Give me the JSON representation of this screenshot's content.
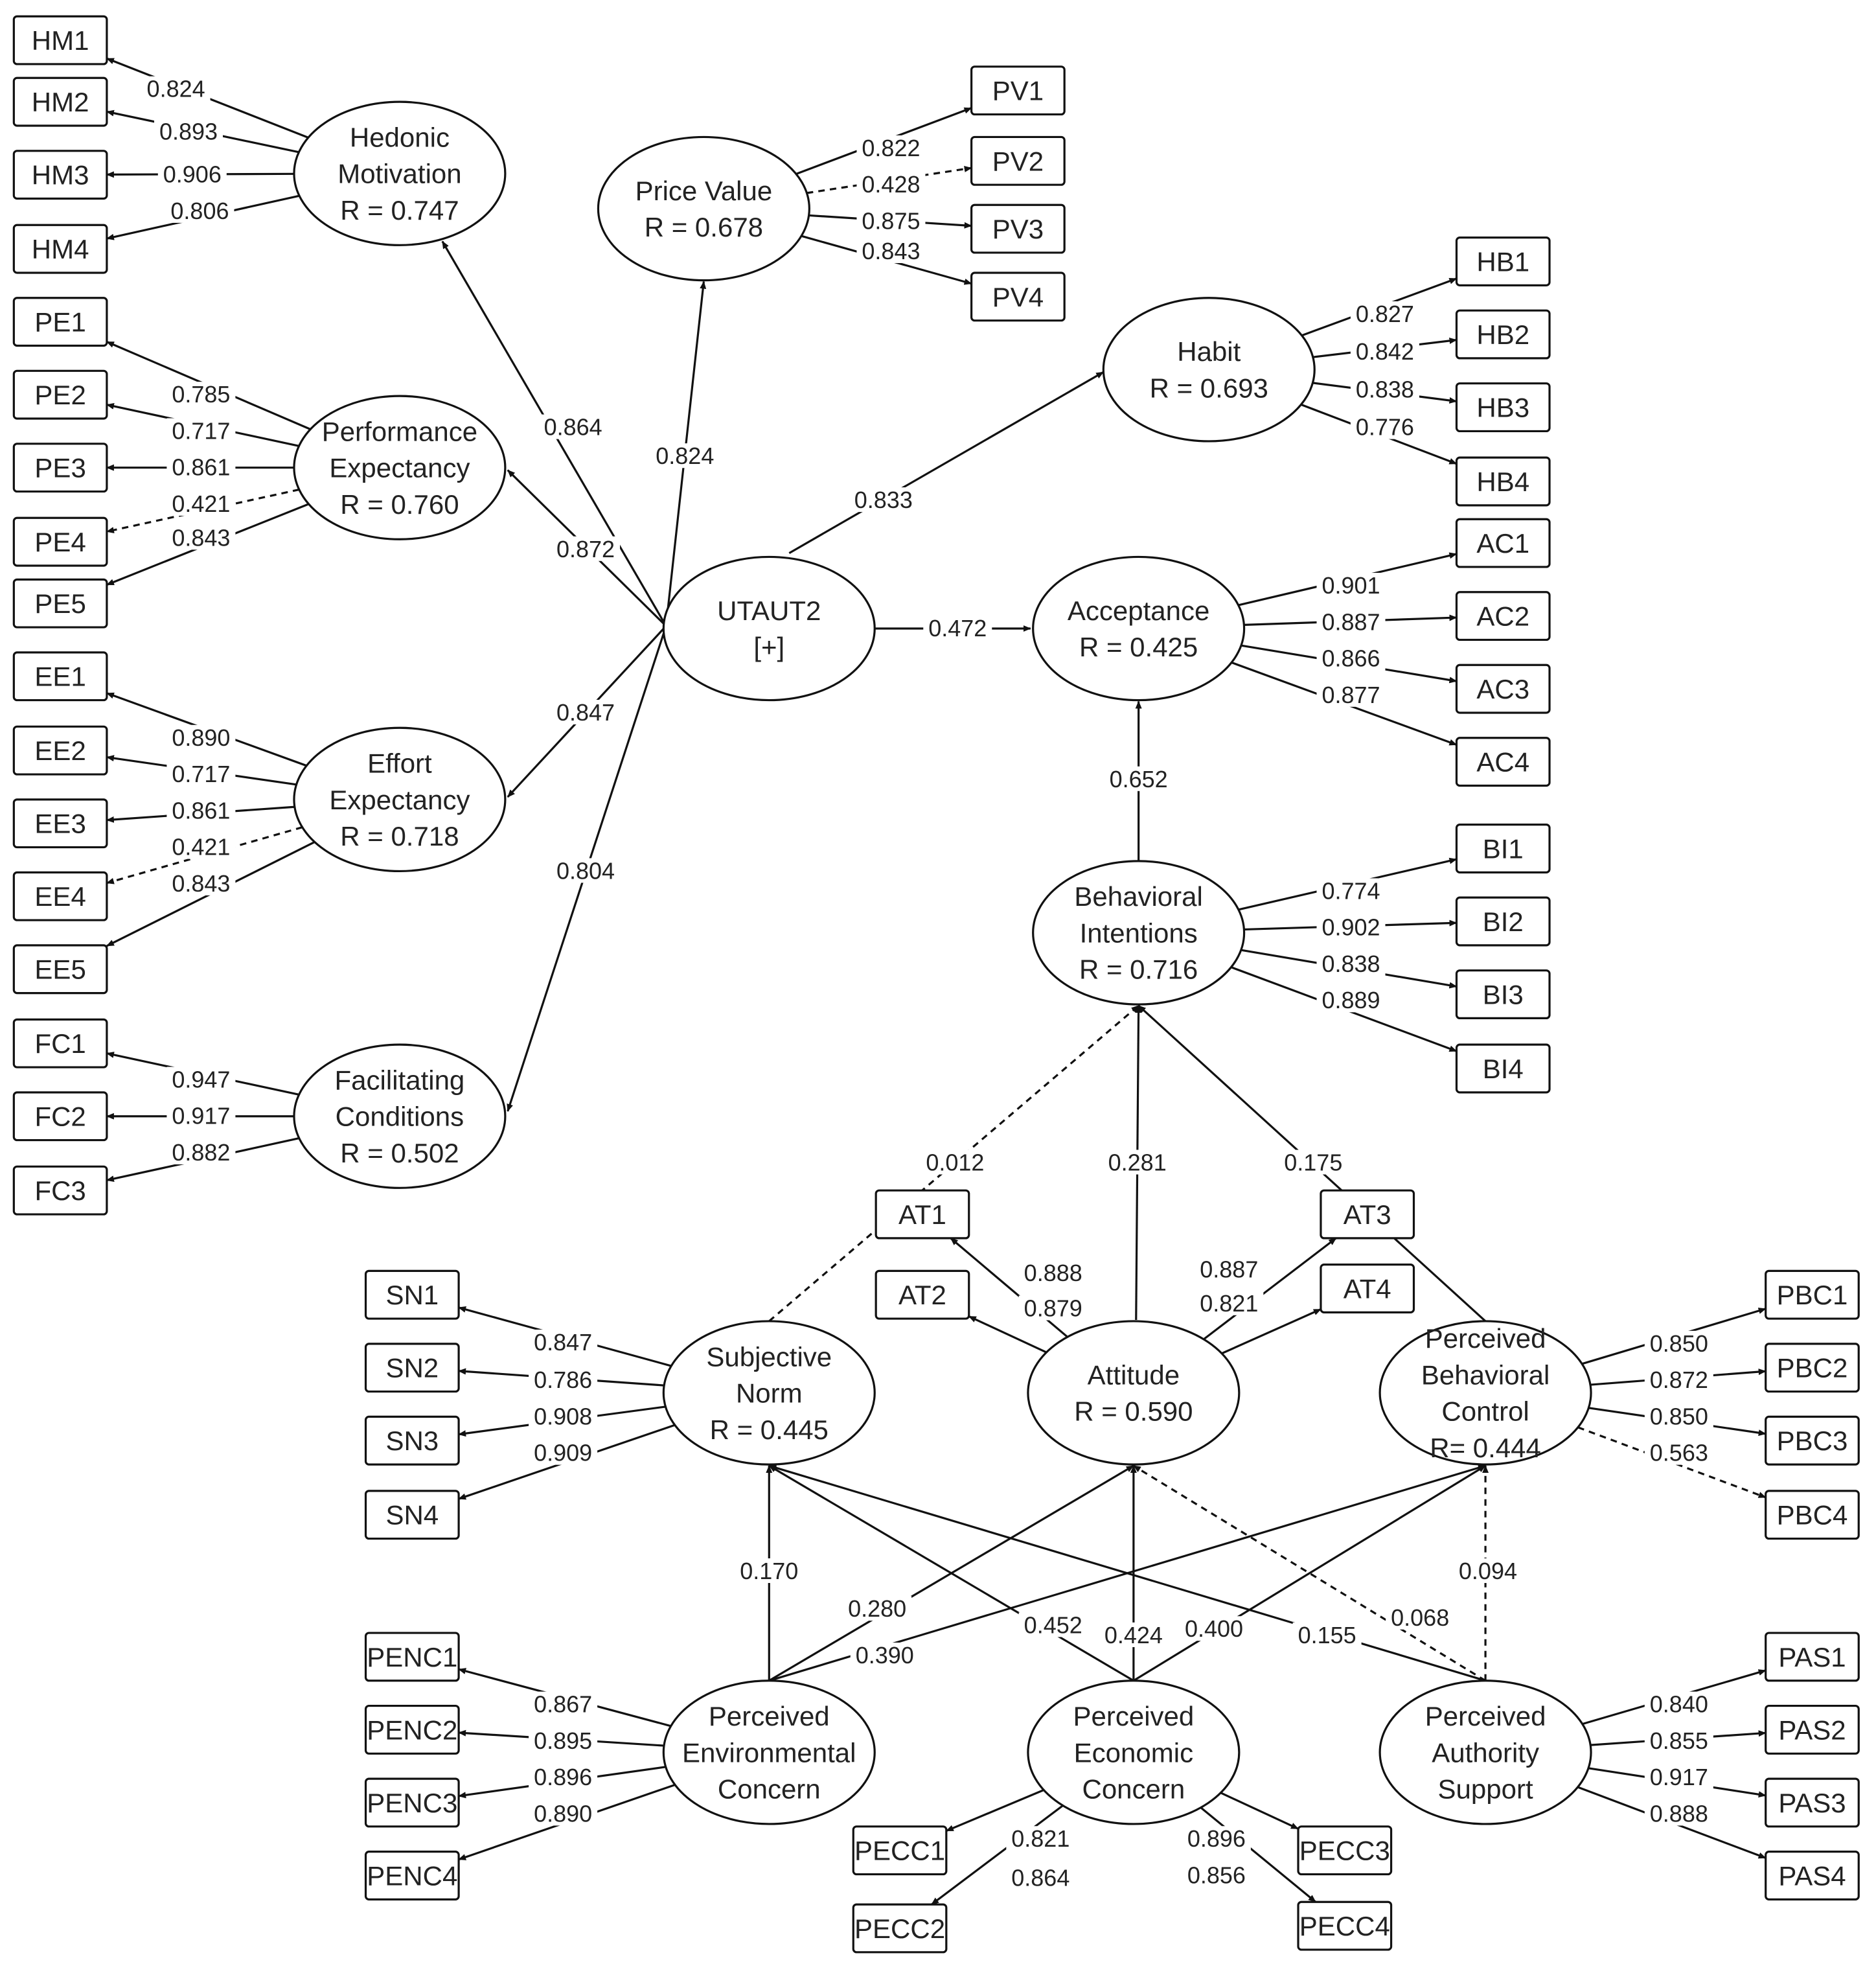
{
  "latent": [
    {
      "id": "HM",
      "lines": [
        "Hedonic",
        "Motivation",
        "R = 0.747"
      ]
    },
    {
      "id": "PV",
      "lines": [
        "Price Value",
        "R = 0.678"
      ]
    },
    {
      "id": "HB",
      "lines": [
        "Habit",
        "R = 0.693"
      ]
    },
    {
      "id": "PE",
      "lines": [
        "Performance",
        "Expectancy",
        "R = 0.760"
      ]
    },
    {
      "id": "UT",
      "lines": [
        "UTAUT2",
        "[+]"
      ]
    },
    {
      "id": "AC",
      "lines": [
        "Acceptance",
        "R = 0.425"
      ]
    },
    {
      "id": "EE",
      "lines": [
        "Effort",
        "Expectancy",
        "R = 0.718"
      ]
    },
    {
      "id": "BI",
      "lines": [
        "Behavioral",
        "Intentions",
        "R = 0.716"
      ]
    },
    {
      "id": "FC",
      "lines": [
        "Facilitating",
        "Conditions",
        "R = 0.502"
      ]
    },
    {
      "id": "SN",
      "lines": [
        "Subjective",
        "Norm",
        "R = 0.445"
      ]
    },
    {
      "id": "ATT",
      "lines": [
        "Attitude",
        "R = 0.590"
      ]
    },
    {
      "id": "PBC",
      "lines": [
        "Perceived",
        "Behavioral",
        "Control",
        "R= 0.444"
      ]
    },
    {
      "id": "PENC",
      "lines": [
        "Perceived",
        "Environmental",
        "Concern"
      ]
    },
    {
      "id": "PECC",
      "lines": [
        "Perceived",
        "Economic",
        "Concern"
      ]
    },
    {
      "id": "PAS",
      "lines": [
        "Perceived",
        "Authority",
        "Support"
      ]
    }
  ],
  "indicators": [
    {
      "id": "HM1",
      "text": "HM1"
    },
    {
      "id": "HM2",
      "text": "HM2"
    },
    {
      "id": "HM3",
      "text": "HM3"
    },
    {
      "id": "HM4",
      "text": "HM4"
    },
    {
      "id": "PE1",
      "text": "PE1"
    },
    {
      "id": "PE2",
      "text": "PE2"
    },
    {
      "id": "PE3",
      "text": "PE3"
    },
    {
      "id": "PE4",
      "text": "PE4"
    },
    {
      "id": "PE5",
      "text": "PE5"
    },
    {
      "id": "EE1",
      "text": "EE1"
    },
    {
      "id": "EE2",
      "text": "EE2"
    },
    {
      "id": "EE3",
      "text": "EE3"
    },
    {
      "id": "EE4",
      "text": "EE4"
    },
    {
      "id": "EE5",
      "text": "EE5"
    },
    {
      "id": "FC1",
      "text": "FC1"
    },
    {
      "id": "FC2",
      "text": "FC2"
    },
    {
      "id": "FC3",
      "text": "FC3"
    },
    {
      "id": "PV1",
      "text": "PV1"
    },
    {
      "id": "PV2",
      "text": "PV2"
    },
    {
      "id": "PV3",
      "text": "PV3"
    },
    {
      "id": "PV4",
      "text": "PV4"
    },
    {
      "id": "HB1",
      "text": "HB1"
    },
    {
      "id": "HB2",
      "text": "HB2"
    },
    {
      "id": "HB3",
      "text": "HB3"
    },
    {
      "id": "HB4",
      "text": "HB4"
    },
    {
      "id": "AC1",
      "text": "AC1"
    },
    {
      "id": "AC2",
      "text": "AC2"
    },
    {
      "id": "AC3",
      "text": "AC3"
    },
    {
      "id": "AC4",
      "text": "AC4"
    },
    {
      "id": "BI1",
      "text": "BI1"
    },
    {
      "id": "BI2",
      "text": "BI2"
    },
    {
      "id": "BI3",
      "text": "BI3"
    },
    {
      "id": "BI4",
      "text": "BI4"
    },
    {
      "id": "AT1",
      "text": "AT1"
    },
    {
      "id": "AT2",
      "text": "AT2"
    },
    {
      "id": "AT3",
      "text": "AT3"
    },
    {
      "id": "AT4",
      "text": "AT4"
    },
    {
      "id": "SN1",
      "text": "SN1"
    },
    {
      "id": "SN2",
      "text": "SN2"
    },
    {
      "id": "SN3",
      "text": "SN3"
    },
    {
      "id": "SN4",
      "text": "SN4"
    },
    {
      "id": "PBC1",
      "text": "PBC1"
    },
    {
      "id": "PBC2",
      "text": "PBC2"
    },
    {
      "id": "PBC3",
      "text": "PBC3"
    },
    {
      "id": "PBC4",
      "text": "PBC4"
    },
    {
      "id": "PENC1",
      "text": "PENC1"
    },
    {
      "id": "PENC2",
      "text": "PENC2"
    },
    {
      "id": "PENC3",
      "text": "PENC3"
    },
    {
      "id": "PENC4",
      "text": "PENC4"
    },
    {
      "id": "PAS1",
      "text": "PAS1"
    },
    {
      "id": "PAS2",
      "text": "PAS2"
    },
    {
      "id": "PAS3",
      "text": "PAS3"
    },
    {
      "id": "PAS4",
      "text": "PAS4"
    },
    {
      "id": "PECC1",
      "text": "PECC1"
    },
    {
      "id": "PECC2",
      "text": "PECC2"
    },
    {
      "id": "PECC3",
      "text": "PECC3"
    },
    {
      "id": "PECC4",
      "text": "PECC4"
    }
  ],
  "loadings": [
    {
      "from": "HM",
      "to": "HM1",
      "label": "0.824",
      "dashed": false
    },
    {
      "from": "HM",
      "to": "HM2",
      "label": "0.893",
      "dashed": false
    },
    {
      "from": "HM",
      "to": "HM3",
      "label": "0.906",
      "dashed": false
    },
    {
      "from": "HM",
      "to": "HM4",
      "label": "0.806",
      "dashed": false
    },
    {
      "from": "PE",
      "to": "PE1",
      "label": "0.785",
      "dashed": false
    },
    {
      "from": "PE",
      "to": "PE2",
      "label": "0.717",
      "dashed": false
    },
    {
      "from": "PE",
      "to": "PE3",
      "label": "0.861",
      "dashed": false
    },
    {
      "from": "PE",
      "to": "PE4",
      "label": "0.421",
      "dashed": true
    },
    {
      "from": "PE",
      "to": "PE5",
      "label": "0.843",
      "dashed": false
    },
    {
      "from": "EE",
      "to": "EE1",
      "label": "0.890",
      "dashed": false
    },
    {
      "from": "EE",
      "to": "EE2",
      "label": "0.717",
      "dashed": false
    },
    {
      "from": "EE",
      "to": "EE3",
      "label": "0.861",
      "dashed": false
    },
    {
      "from": "EE",
      "to": "EE4",
      "label": "0.421",
      "dashed": true
    },
    {
      "from": "EE",
      "to": "EE5",
      "label": "0.843",
      "dashed": false
    },
    {
      "from": "FC",
      "to": "FC1",
      "label": "0.947",
      "dashed": false
    },
    {
      "from": "FC",
      "to": "FC2",
      "label": "0.917",
      "dashed": false
    },
    {
      "from": "FC",
      "to": "FC3",
      "label": "0.882",
      "dashed": false
    },
    {
      "from": "PV",
      "to": "PV1",
      "label": "0.822",
      "dashed": false
    },
    {
      "from": "PV",
      "to": "PV2",
      "label": "0.428",
      "dashed": true
    },
    {
      "from": "PV",
      "to": "PV3",
      "label": "0.875",
      "dashed": false
    },
    {
      "from": "PV",
      "to": "PV4",
      "label": "0.843",
      "dashed": false
    },
    {
      "from": "HB",
      "to": "HB1",
      "label": "0.827",
      "dashed": false
    },
    {
      "from": "HB",
      "to": "HB2",
      "label": "0.842",
      "dashed": false
    },
    {
      "from": "HB",
      "to": "HB3",
      "label": "0.838",
      "dashed": false
    },
    {
      "from": "HB",
      "to": "HB4",
      "label": "0.776",
      "dashed": false
    },
    {
      "from": "AC",
      "to": "AC1",
      "label": "0.901",
      "dashed": false
    },
    {
      "from": "AC",
      "to": "AC2",
      "label": "0.887",
      "dashed": false
    },
    {
      "from": "AC",
      "to": "AC3",
      "label": "0.866",
      "dashed": false
    },
    {
      "from": "AC",
      "to": "AC4",
      "label": "0.877",
      "dashed": false
    },
    {
      "from": "BI",
      "to": "BI1",
      "label": "0.774",
      "dashed": false
    },
    {
      "from": "BI",
      "to": "BI2",
      "label": "0.902",
      "dashed": false
    },
    {
      "from": "BI",
      "to": "BI3",
      "label": "0.838",
      "dashed": false
    },
    {
      "from": "BI",
      "to": "BI4",
      "label": "0.889",
      "dashed": false
    },
    {
      "from": "ATT",
      "to": "AT1",
      "label": "0.888",
      "dashed": false
    },
    {
      "from": "ATT",
      "to": "AT2",
      "label": "0.879",
      "dashed": false
    },
    {
      "from": "ATT",
      "to": "AT3",
      "label": "0.887",
      "dashed": false
    },
    {
      "from": "ATT",
      "to": "AT4",
      "label": "0.821",
      "dashed": false
    },
    {
      "from": "SN",
      "to": "SN1",
      "label": "0.847",
      "dashed": false
    },
    {
      "from": "SN",
      "to": "SN2",
      "label": "0.786",
      "dashed": false
    },
    {
      "from": "SN",
      "to": "SN3",
      "label": "0.908",
      "dashed": false
    },
    {
      "from": "SN",
      "to": "SN4",
      "label": "0.909",
      "dashed": false
    },
    {
      "from": "PBC",
      "to": "PBC1",
      "label": "0.850",
      "dashed": false
    },
    {
      "from": "PBC",
      "to": "PBC2",
      "label": "0.872",
      "dashed": false
    },
    {
      "from": "PBC",
      "to": "PBC3",
      "label": "0.850",
      "dashed": false
    },
    {
      "from": "PBC",
      "to": "PBC4",
      "label": "0.563",
      "dashed": true
    },
    {
      "from": "PENC",
      "to": "PENC1",
      "label": "0.867",
      "dashed": false
    },
    {
      "from": "PENC",
      "to": "PENC2",
      "label": "0.895",
      "dashed": false
    },
    {
      "from": "PENC",
      "to": "PENC3",
      "label": "0.896",
      "dashed": false
    },
    {
      "from": "PENC",
      "to": "PENC4",
      "label": "0.890",
      "dashed": false
    },
    {
      "from": "PAS",
      "to": "PAS1",
      "label": "0.840",
      "dashed": false
    },
    {
      "from": "PAS",
      "to": "PAS2",
      "label": "0.855",
      "dashed": false
    },
    {
      "from": "PAS",
      "to": "PAS3",
      "label": "0.917",
      "dashed": false
    },
    {
      "from": "PAS",
      "to": "PAS4",
      "label": "0.888",
      "dashed": false
    },
    {
      "from": "PECC",
      "to": "PECC1",
      "label": "0.821",
      "dashed": false
    },
    {
      "from": "PECC",
      "to": "PECC2",
      "label": "0.864",
      "dashed": false
    },
    {
      "from": "PECC",
      "to": "PECC3",
      "label": "0.896",
      "dashed": false
    },
    {
      "from": "PECC",
      "to": "PECC4",
      "label": "0.856",
      "dashed": false
    }
  ],
  "paths": [
    {
      "from": "UT",
      "to": "HM",
      "label": "0.864",
      "dashed": false
    },
    {
      "from": "UT",
      "to": "PV",
      "label": "0.824",
      "dashed": false
    },
    {
      "from": "UT",
      "to": "HB",
      "label": "0.833",
      "dashed": false
    },
    {
      "from": "UT",
      "to": "PE",
      "label": "0.872",
      "dashed": false
    },
    {
      "from": "UT",
      "to": "AC",
      "label": "0.472",
      "dashed": false
    },
    {
      "from": "UT",
      "to": "EE",
      "label": "0.847",
      "dashed": false
    },
    {
      "from": "UT",
      "to": "FC",
      "label": "0.804",
      "dashed": false
    },
    {
      "from": "BI",
      "to": "AC",
      "label": "0.652",
      "dashed": false
    },
    {
      "from": "SN",
      "to": "BI",
      "label": "0.012",
      "dashed": true
    },
    {
      "from": "ATT",
      "to": "BI",
      "label": "0.281",
      "dashed": false
    },
    {
      "from": "PBC",
      "to": "BI",
      "label": "0.175",
      "dashed": false
    },
    {
      "from": "PENC",
      "to": "SN",
      "label": "0.170",
      "dashed": false
    },
    {
      "from": "PENC",
      "to": "ATT",
      "label": "0.280",
      "dashed": false
    },
    {
      "from": "PENC",
      "to": "PBC",
      "label": "0.390",
      "dashed": false
    },
    {
      "from": "PECC",
      "to": "SN",
      "label": "0.452",
      "dashed": false
    },
    {
      "from": "PECC",
      "to": "ATT",
      "label": "0.424",
      "dashed": false
    },
    {
      "from": "PECC",
      "to": "PBC",
      "label": "0.400",
      "dashed": false
    },
    {
      "from": "PAS",
      "to": "SN",
      "label": "0.155",
      "dashed": false
    },
    {
      "from": "PAS",
      "to": "ATT",
      "label": "0.068",
      "dashed": true
    },
    {
      "from": "PAS",
      "to": "PBC",
      "label": "0.094",
      "dashed": true
    }
  ]
}
